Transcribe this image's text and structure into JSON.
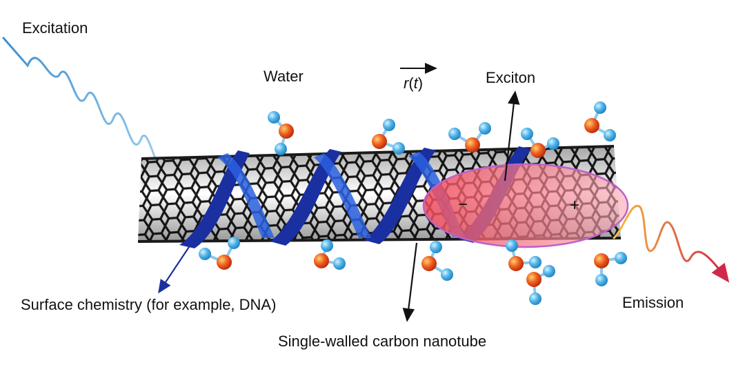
{
  "labels": {
    "excitation": "Excitation",
    "water": "Water",
    "vector_symbol": "r",
    "vector_arg": "t",
    "exciton": "Exciton",
    "surface_chemistry": "Surface chemistry (for example, DNA)",
    "nanotube": "Single-walled carbon nanotube",
    "emission": "Emission",
    "minus_sign": "−",
    "plus_sign": "+"
  },
  "colors": {
    "excitation_wave": "#4a9fd8",
    "emission_wave_start": "#f0b030",
    "emission_wave_end": "#d0284a",
    "dna_helix": "#1a2fa0",
    "nanotube": "#1a1a1a",
    "exciton_fill": "#f27a8a",
    "exciton_edge": "#c060c8",
    "oxygen": "#e84820",
    "hydrogen": "#3aa6dc"
  }
}
